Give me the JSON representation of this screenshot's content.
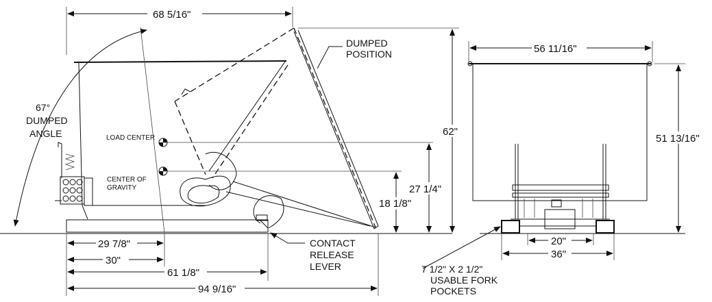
{
  "dimensions": {
    "overall_width_top": "68 5/16\"",
    "front_width": "56 11/16\"",
    "height_62": "62\"",
    "height_right": "51 13/16\"",
    "load_center_height": "27 1/4\"",
    "cog_height": "18 1/8\"",
    "dim_29_7_8": "29 7/8\"",
    "dim_30": "30\"",
    "dim_61_1_8": "61 1/8\"",
    "dim_94_9_16": "94 9/16\"",
    "pocket_spacing_inner": "20\"",
    "pocket_spacing_outer": "36\""
  },
  "labels": {
    "dumped_angle": [
      "67°",
      "DUMPED",
      "ANGLE"
    ],
    "dumped_position": [
      "DUMPED",
      "POSITION"
    ],
    "load_center": "LOAD CENTER",
    "center_of_gravity": [
      "CENTER OF",
      "GRAVITY"
    ],
    "contact_release_lever": [
      "CONTACT",
      "RELEASE",
      "LEVER"
    ],
    "fork_pockets": [
      "7 1/2\" X 2 1/2\"",
      "USABLE FORK",
      "POCKETS"
    ]
  }
}
